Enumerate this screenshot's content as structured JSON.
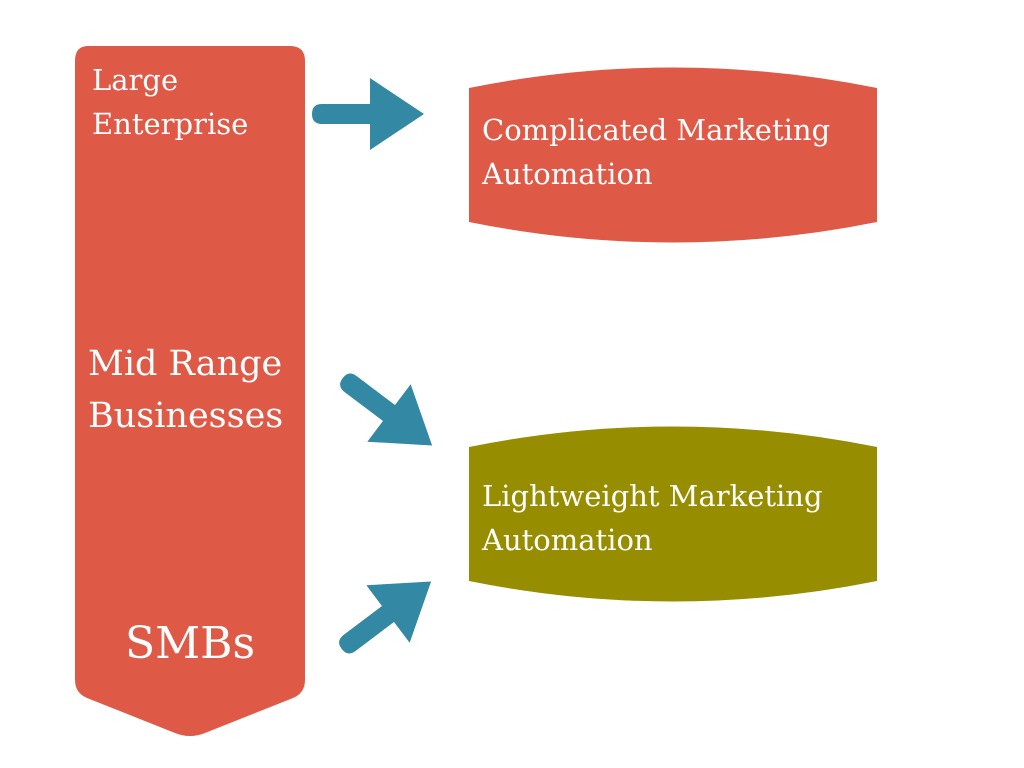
{
  "colors": {
    "background": "#ffffff",
    "segment_red": "#df5947",
    "box_complicated": "#df5947",
    "box_lightweight": "#978d00",
    "arrow": "#3388a3",
    "text": "#ffffff"
  },
  "segments": {
    "large": "Large\nEnterprise",
    "mid": "Mid Range\nBusinesses",
    "smb": "SMBs"
  },
  "solutions": {
    "complicated": "Complicated Marketing\nAutomation",
    "lightweight": "Lightweight Marketing\nAutomation"
  },
  "connections": [
    {
      "from": "Large Enterprise",
      "to": "Complicated Marketing Automation"
    },
    {
      "from": "Mid Range Businesses",
      "to": "Lightweight Marketing Automation"
    },
    {
      "from": "SMBs",
      "to": "Lightweight Marketing Automation"
    }
  ],
  "icons": {
    "segment_column": "chevron-down-banner-shape",
    "arrow": "thick-arrow-icon",
    "solution_box": "wavy-banner-shape"
  }
}
